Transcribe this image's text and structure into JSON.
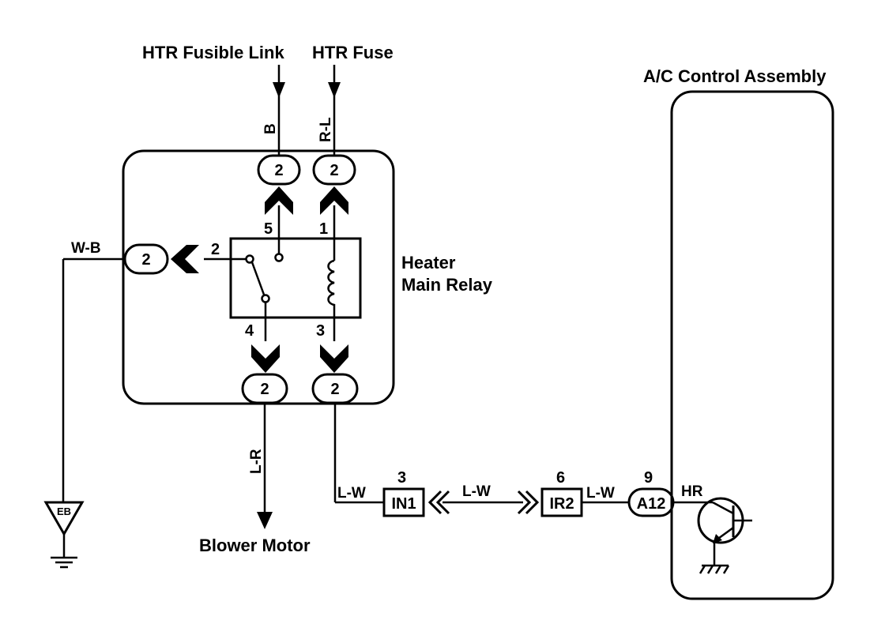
{
  "labels": {
    "htr_fusible_link": "HTR Fusible Link",
    "htr_fuse": "HTR Fuse",
    "ac_control_assembly": "A/C Control Assembly",
    "heater_line1": "Heater",
    "heater_line2": "Main Relay",
    "blower_motor": "Blower Motor"
  },
  "wires": {
    "b": "B",
    "r_l": "R-L",
    "w_b": "W-B",
    "l_r": "L-R",
    "l_w_1": "L-W",
    "l_w_2": "L-W",
    "l_w_3": "L-W"
  },
  "connectors": {
    "top_left": "2",
    "top_right": "2",
    "left": "2",
    "bottom_left": "2",
    "bottom_right": "2",
    "in1": "IN1",
    "ir2": "IR2",
    "a12": "A12"
  },
  "pins": {
    "p5": "5",
    "p1": "1",
    "p2": "2",
    "p4": "4",
    "p3": "3",
    "in1_pin": "3",
    "ir2_pin": "6",
    "a12_pin": "9"
  },
  "terminal": {
    "hr": "HR"
  },
  "ground": {
    "eb": "EB"
  }
}
